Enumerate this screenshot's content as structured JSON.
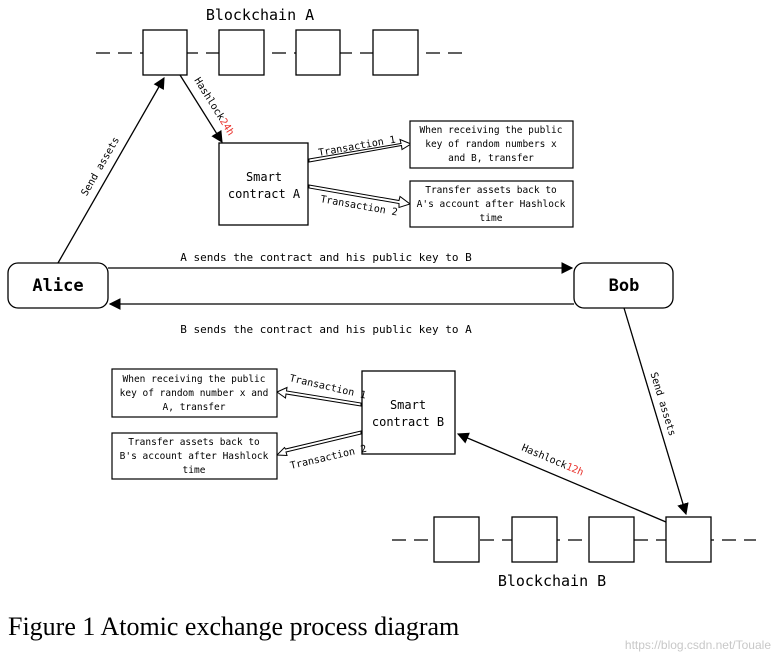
{
  "diagram": {
    "blockchain_a_label": "Blockchain A",
    "blockchain_b_label": "Blockchain B",
    "alice_label": "Alice",
    "bob_label": "Bob",
    "a_sends_label": "A sends the contract and his public key to B",
    "b_sends_label": "B sends the contract and his public key to A",
    "send_assets_left": "Send assets",
    "send_assets_right": "Send assets",
    "hashlock_a_text": "Hashlock",
    "hashlock_a_time": "24h",
    "hashlock_b_text": "Hashlock",
    "hashlock_b_time": "12h",
    "contract_a_lines": [
      "Smart",
      "contract A"
    ],
    "contract_b_lines": [
      "Smart",
      "contract B"
    ],
    "tx1_a": "Transaction 1",
    "tx2_a": "Transaction 2",
    "tx1_b": "Transaction 1",
    "tx2_b": "Transaction 2",
    "box_a1_lines": [
      "When receiving the public",
      "key of random numbers x",
      "and B, transfer"
    ],
    "box_a2_lines": [
      "Transfer assets back to",
      "A's account after Hashlock",
      "time"
    ],
    "box_b1_lines": [
      "When receiving the public",
      "key of random number x and",
      "A, transfer"
    ],
    "box_b2_lines": [
      "Transfer assets back to",
      "B's account after Hashlock",
      "time"
    ],
    "colors": {
      "stroke": "#000000",
      "hashlock_time": "#e8302a",
      "watermark": "#c8c8c8"
    }
  },
  "caption": "Figure 1 Atomic exchange process diagram",
  "watermark": "https://blog.csdn.net/Touale"
}
